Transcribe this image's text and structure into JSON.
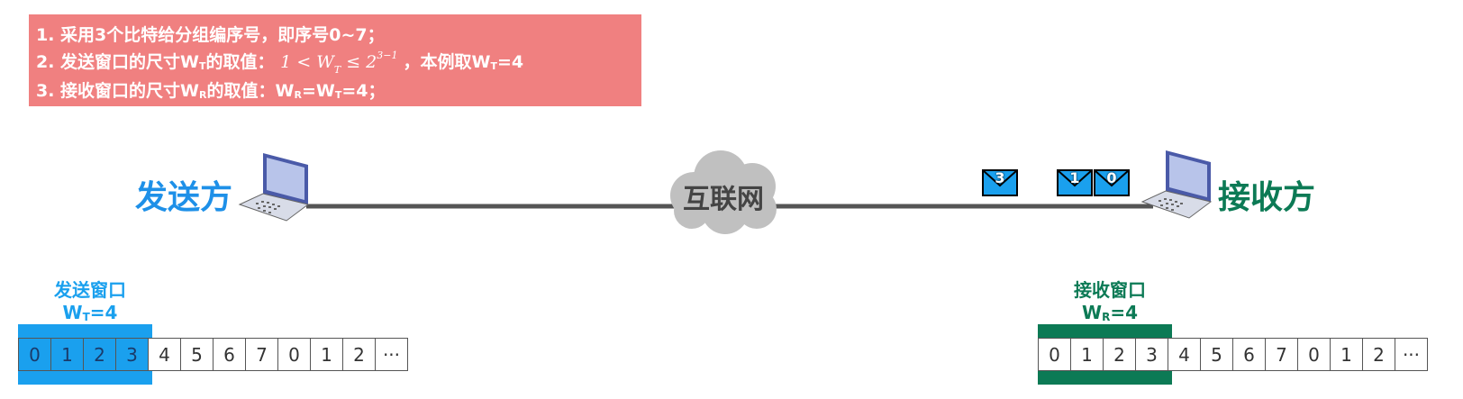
{
  "rules": {
    "line1": "1. 采用3个比特给分组编序号，即序号0~7；",
    "line2_prefix": "2. 发送窗口的尺寸W",
    "line2_sub": "T",
    "line2_mid": "的取值：",
    "line2_formula": {
      "left": "1",
      "lt": "<",
      "var": "W",
      "var_sub": "T",
      "le": "≤",
      "base": "2",
      "exp": "3−1"
    },
    "line2_suffix": "，本例取W",
    "line2_sub2": "T",
    "line2_end": "=4",
    "line3_prefix": "3. 接收窗口的尺寸W",
    "line3_sub": "R",
    "line3_mid": "的取值：W",
    "line3_sub2": "R",
    "line3_eq": "=W",
    "line3_sub3": "T",
    "line3_end": "=4；"
  },
  "sender": {
    "label": "发送方",
    "color": "#1e90e8"
  },
  "receiver": {
    "label": "接收方",
    "color": "#0c7a55"
  },
  "network": {
    "label": "互联网"
  },
  "packets": [
    "3",
    "1",
    "0"
  ],
  "send_window": {
    "title": "发送窗口",
    "size_prefix": "W",
    "size_sub": "T",
    "size_suffix": "=4",
    "color": "#1aa0ee",
    "cells": [
      "0",
      "1",
      "2",
      "3",
      "4",
      "5",
      "6",
      "7",
      "0",
      "1",
      "2",
      "···"
    ]
  },
  "recv_window": {
    "title": "接收窗口",
    "size_prefix": "W",
    "size_sub": "R",
    "size_suffix": "=4",
    "color": "#0c7a55",
    "cells": [
      "0",
      "1",
      "2",
      "3",
      "4",
      "5",
      "6",
      "7",
      "0",
      "1",
      "2",
      "···"
    ]
  }
}
